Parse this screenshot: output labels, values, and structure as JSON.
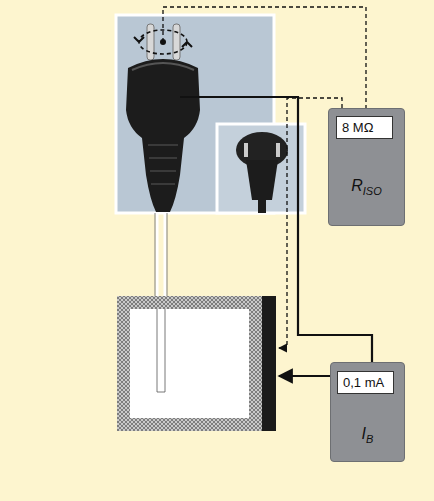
{
  "diagram": {
    "nodes": [
      {
        "text": [
          "R",
          "ISO"
        ]
      },
      {
        "text": [
          "8 MΩ"
        ],
        "in": 0
      },
      {
        "text": [
          "I",
          "B"
        ]
      },
      {
        "text": [
          "0,1 mA"
        ],
        "in": 2
      }
    ]
  }
}
